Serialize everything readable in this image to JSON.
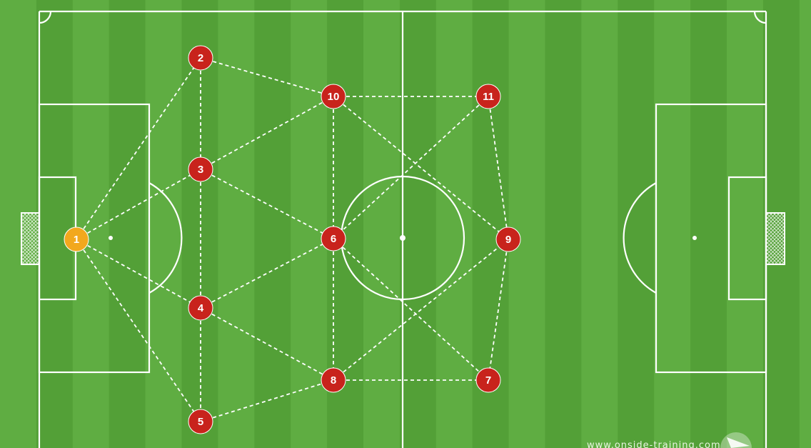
{
  "pitch": {
    "colors": {
      "stripe_light": "#5fad42",
      "stripe_dark": "#53a037",
      "line": "#ffffff",
      "goal_net": "#ffffff"
    }
  },
  "players": [
    {
      "number": "1",
      "role": "goalkeeper",
      "color": "#f2a81d"
    },
    {
      "number": "2",
      "role": "outfield",
      "color": "#c8231c"
    },
    {
      "number": "3",
      "role": "outfield",
      "color": "#c8231c"
    },
    {
      "number": "4",
      "role": "outfield",
      "color": "#c8231c"
    },
    {
      "number": "5",
      "role": "outfield",
      "color": "#c8231c"
    },
    {
      "number": "6",
      "role": "outfield",
      "color": "#c8231c"
    },
    {
      "number": "7",
      "role": "outfield",
      "color": "#c8231c"
    },
    {
      "number": "8",
      "role": "outfield",
      "color": "#c8231c"
    },
    {
      "number": "9",
      "role": "outfield",
      "color": "#c8231c"
    },
    {
      "number": "10",
      "role": "outfield",
      "color": "#c8231c"
    },
    {
      "number": "11",
      "role": "outfield",
      "color": "#c8231c"
    }
  ],
  "passing_lanes": [
    [
      "1",
      "2"
    ],
    [
      "1",
      "3"
    ],
    [
      "1",
      "4"
    ],
    [
      "1",
      "5"
    ],
    [
      "2",
      "3"
    ],
    [
      "3",
      "4"
    ],
    [
      "4",
      "5"
    ],
    [
      "2",
      "10"
    ],
    [
      "3",
      "10"
    ],
    [
      "3",
      "6"
    ],
    [
      "4",
      "6"
    ],
    [
      "4",
      "8"
    ],
    [
      "5",
      "8"
    ],
    [
      "10",
      "11"
    ],
    [
      "10",
      "6"
    ],
    [
      "6",
      "8"
    ],
    [
      "8",
      "7"
    ],
    [
      "10",
      "9"
    ],
    [
      "11",
      "9"
    ],
    [
      "11",
      "6"
    ],
    [
      "6",
      "7"
    ],
    [
      "8",
      "9"
    ],
    [
      "9",
      "7"
    ]
  ],
  "watermark": {
    "text": "www.onside-training.com"
  }
}
